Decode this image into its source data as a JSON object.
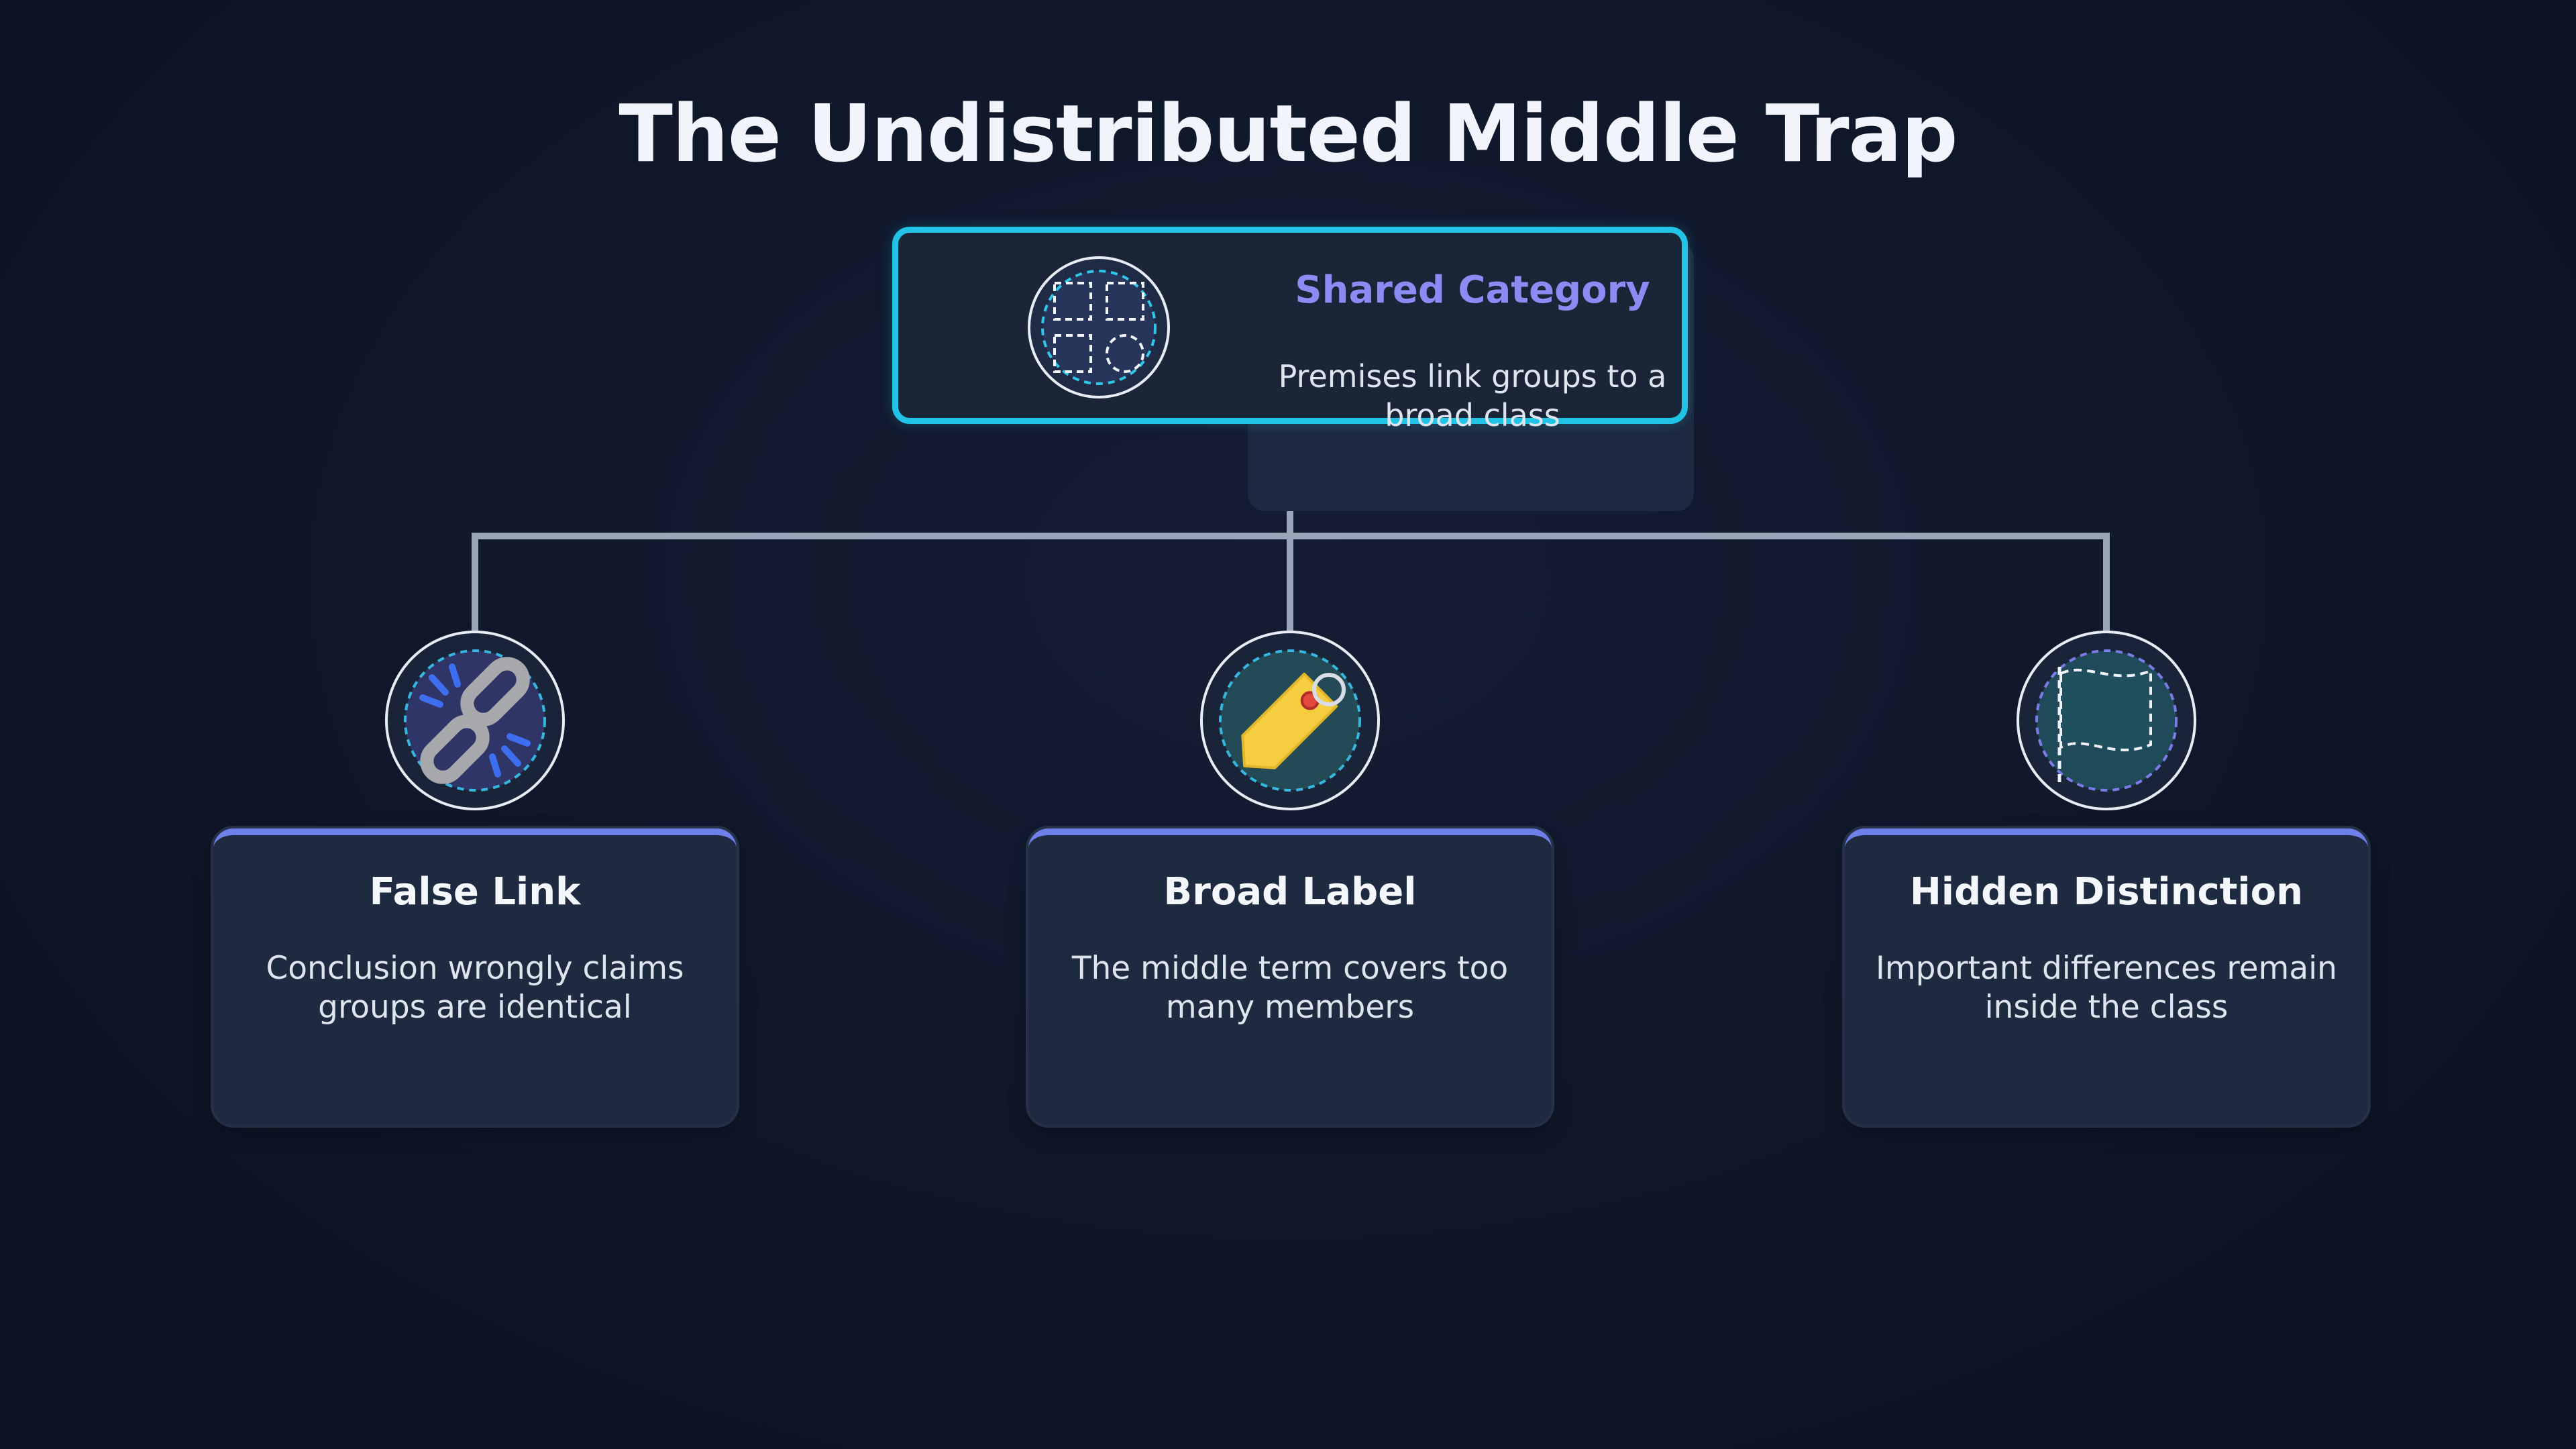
{
  "title": "The Undistributed Middle Trap",
  "root": {
    "title": "Shared Category",
    "description": "Premises link groups to a broad class",
    "icon": "category-grid-icon",
    "accent": "#21c4e6"
  },
  "nodes": [
    {
      "title": "False Link",
      "description": "Conclusion wrongly claims groups are identical",
      "icon": "broken-chain-icon"
    },
    {
      "title": "Broad Label",
      "description": "The middle term covers too many members",
      "icon": "tag-icon"
    },
    {
      "title": "Hidden Distinction",
      "description": "Important differences remain inside the class",
      "icon": "flag-icon"
    }
  ],
  "colors": {
    "background": "#0f1729",
    "card": "#1e2a40",
    "connector": "#9aa6b8",
    "root_title": "#8b8cf3"
  }
}
